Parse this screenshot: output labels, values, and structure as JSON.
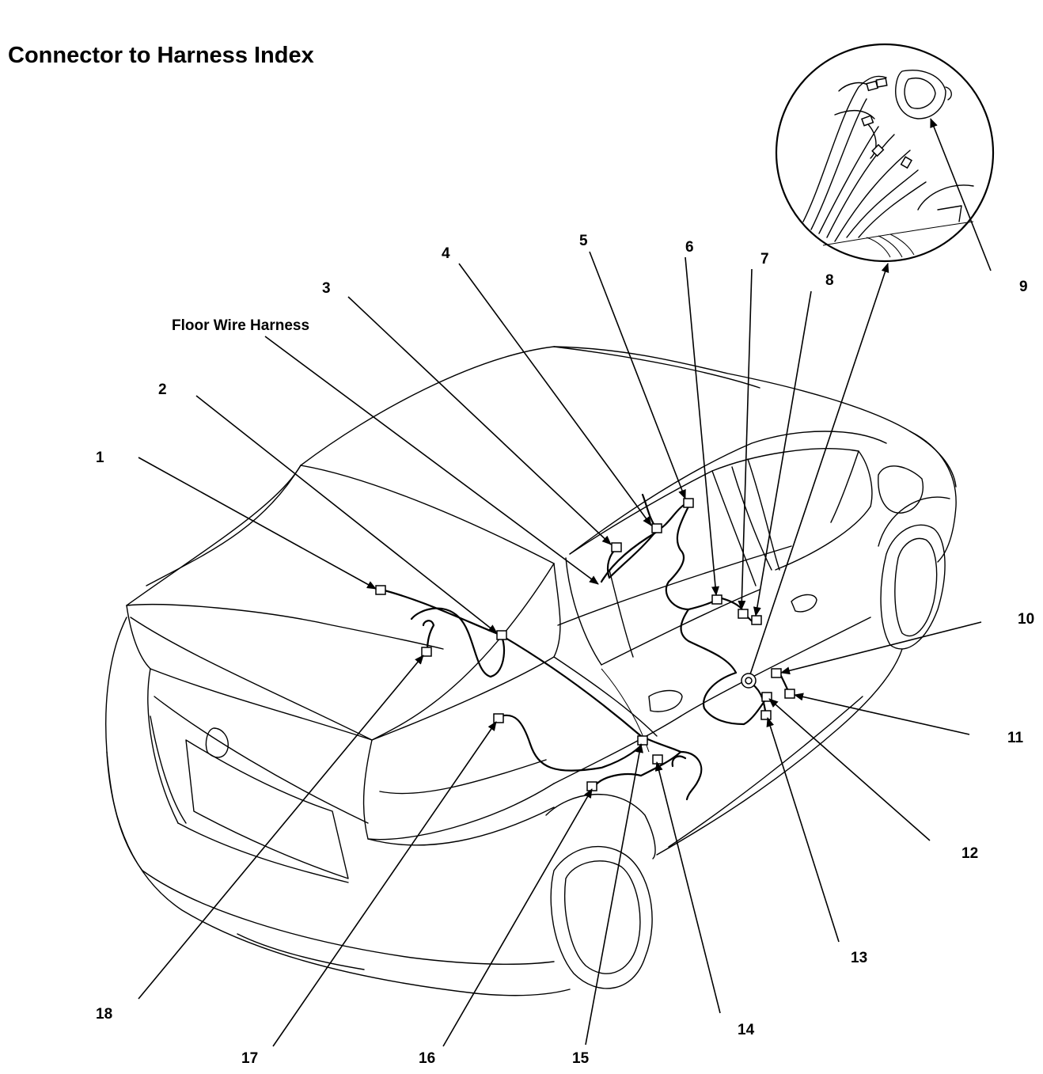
{
  "title": "Connector to Harness Index",
  "harness_label": "Floor Wire Harness",
  "callouts": [
    {
      "id": "1",
      "label": "1"
    },
    {
      "id": "2",
      "label": "2"
    },
    {
      "id": "3",
      "label": "3"
    },
    {
      "id": "4",
      "label": "4"
    },
    {
      "id": "5",
      "label": "5"
    },
    {
      "id": "6",
      "label": "6"
    },
    {
      "id": "7",
      "label": "7"
    },
    {
      "id": "8",
      "label": "8"
    },
    {
      "id": "9",
      "label": "9"
    },
    {
      "id": "10",
      "label": "10"
    },
    {
      "id": "11",
      "label": "11"
    },
    {
      "id": "12",
      "label": "12"
    },
    {
      "id": "13",
      "label": "13"
    },
    {
      "id": "14",
      "label": "14"
    },
    {
      "id": "15",
      "label": "15"
    },
    {
      "id": "16",
      "label": "16"
    },
    {
      "id": "17",
      "label": "17"
    },
    {
      "id": "18",
      "label": "18"
    }
  ]
}
